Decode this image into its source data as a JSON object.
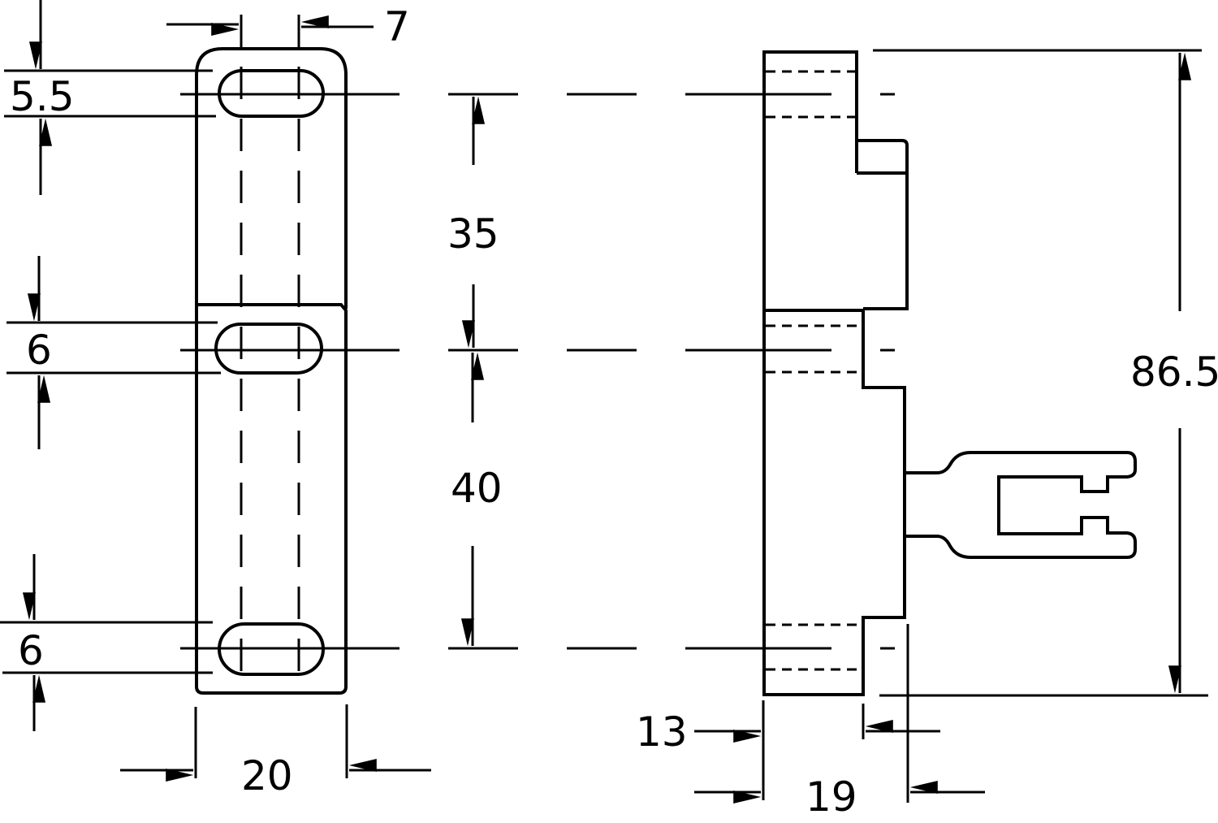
{
  "dimensions": {
    "slot_width": "7",
    "top_slot_height": "5.5",
    "middle_slot_height": "6",
    "bottom_slot_height": "6",
    "upper_spacing": "35",
    "lower_spacing": "40",
    "overall_height": "86.5",
    "front_width": "20",
    "side_depth_13": "13",
    "side_depth_19": "19"
  },
  "colors": {
    "ink": "#000000",
    "background": "#ffffff"
  }
}
